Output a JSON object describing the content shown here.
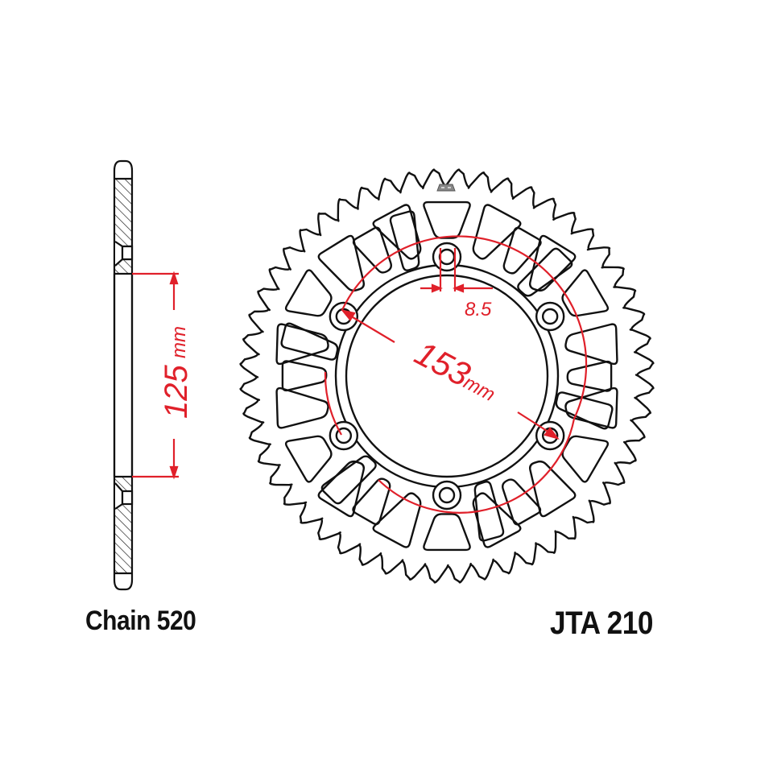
{
  "diagram": {
    "title": "Rear sprocket technical drawing",
    "part_number": "JTA 210",
    "chain_label": "Chain 520",
    "colors": {
      "outline": "#111111",
      "dimension": "#e0202a",
      "background": "#ffffff"
    },
    "side_view": {
      "dimension_value": "125",
      "dimension_unit": "mm",
      "dimension_name": "center bore diameter"
    },
    "front_view": {
      "pcd_value": "153",
      "pcd_unit": "mm",
      "pcd_name": "bolt circle diameter",
      "bolt_hole_value": "8.5",
      "bolt_hole_name": "bolt hole diameter",
      "bolt_hole_count": 6,
      "teeth_count": 52,
      "logo": "JT logo"
    }
  }
}
